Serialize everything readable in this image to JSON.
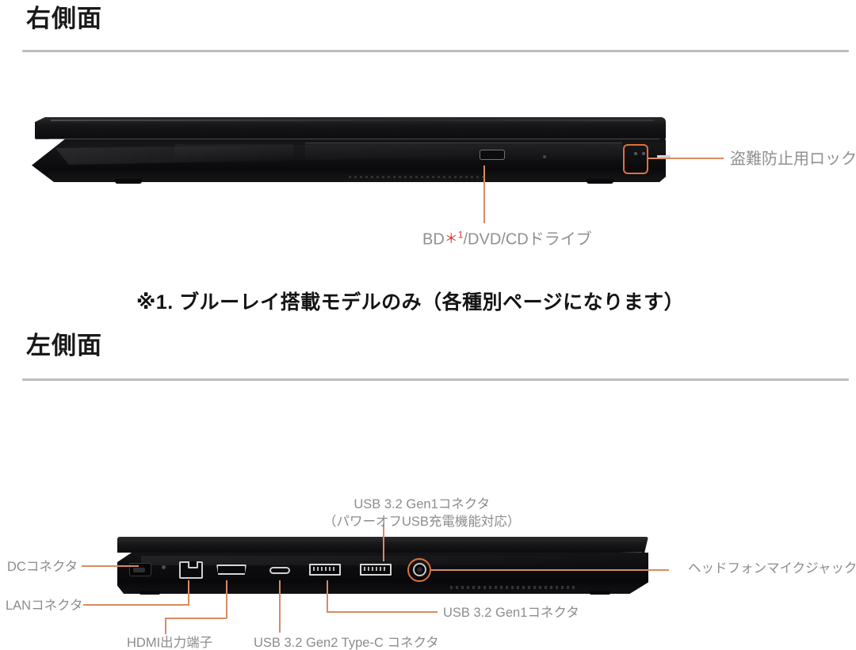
{
  "page": {
    "background": "#ffffff",
    "accent_line_color": "#d98a63",
    "accent_highlight_color": "#e0713a",
    "label_text_color": "#8c8c8c",
    "heading_text_color": "#1a1a1a",
    "rule_color": "#bdbdbd",
    "asterisk_color": "#e03131"
  },
  "sections": [
    {
      "id": "right-side",
      "title": "右側面",
      "callouts": [
        {
          "id": "bd-dvd-cd-drive",
          "label_prefix": "BD",
          "label_star": "＊1",
          "label_suffix": "/DVD/CDドライブ",
          "full_label": "BD＊1/DVD/CDドライブ"
        },
        {
          "id": "security-lock",
          "label": "盗難防止用ロック"
        }
      ]
    },
    {
      "id": "left-side",
      "title": "左側面",
      "callouts": [
        {
          "id": "usb32-gen1-poweroff-charge",
          "label_line1": "USB 3.2 Gen1コネクタ",
          "label_line2": "（パワーオフUSB充電機能対応）"
        },
        {
          "id": "dc-connector",
          "label": "DCコネクタ"
        },
        {
          "id": "lan-connector",
          "label": "LANコネクタ"
        },
        {
          "id": "hdmi-output",
          "label": "HDMI出力端子"
        },
        {
          "id": "usb32-gen2-typec",
          "label": "USB 3.2 Gen2 Type-C コネクタ"
        },
        {
          "id": "usb32-gen1",
          "label": "USB 3.2 Gen1コネクタ"
        },
        {
          "id": "headphone-mic-jack",
          "label": "ヘッドフォンマイクジャック"
        }
      ]
    }
  ],
  "footnote": {
    "text": "※1. ブルーレイ搭載モデルのみ（各種別ページになります）"
  }
}
